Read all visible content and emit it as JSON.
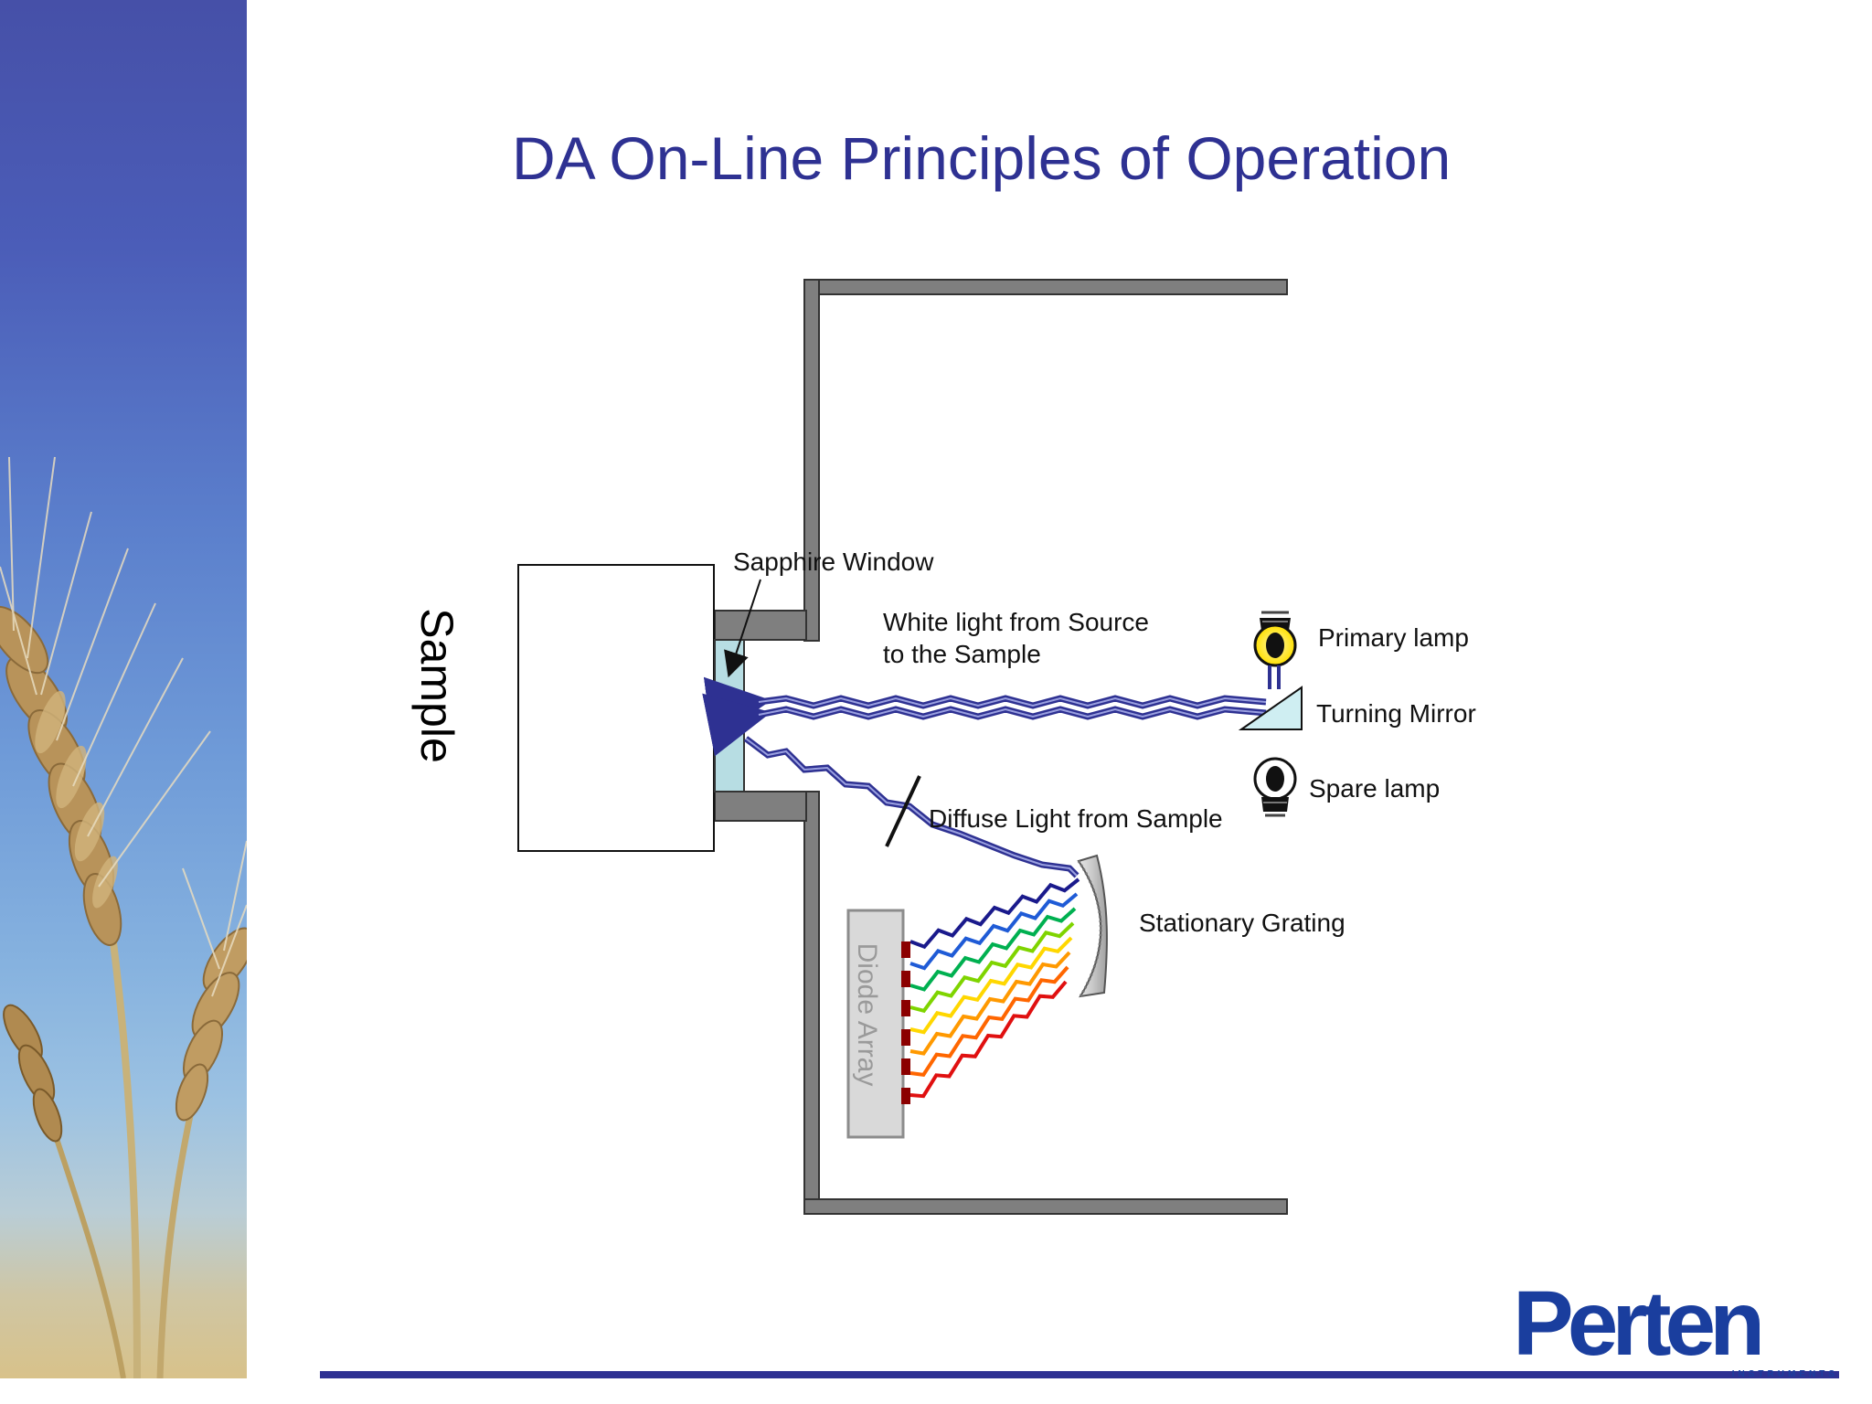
{
  "slide": {
    "title": "DA On-Line Principles of Operation"
  },
  "diagram": {
    "labels": {
      "sample": "Sample",
      "sapphire_window": "Sapphire Window",
      "white_light_line1": "White light from Source",
      "white_light_line2": "to the Sample",
      "primary_lamp": "Primary lamp",
      "turning_mirror": "Turning Mirror",
      "spare_lamp": "Spare lamp",
      "diffuse_light": "Diffuse Light from Sample",
      "stationary_grating": "Stationary Grating",
      "diode_array": "Diode Array"
    },
    "spectrum_colors": [
      "#1a1a8c",
      "#1f5bd6",
      "#00b050",
      "#7fd400",
      "#ffd700",
      "#ff9900",
      "#ff6600",
      "#e01010"
    ],
    "beam_color": "#2e3192",
    "housing_color": "#808080",
    "window_color": "#b7dde3",
    "diode_color": "#8b0000"
  },
  "logo": {
    "name": "Perten",
    "subtitle": "INSTRUMENTS",
    "color": "#1a3e9e"
  },
  "decor": {
    "side_panel": "wheat-photo-sky"
  }
}
